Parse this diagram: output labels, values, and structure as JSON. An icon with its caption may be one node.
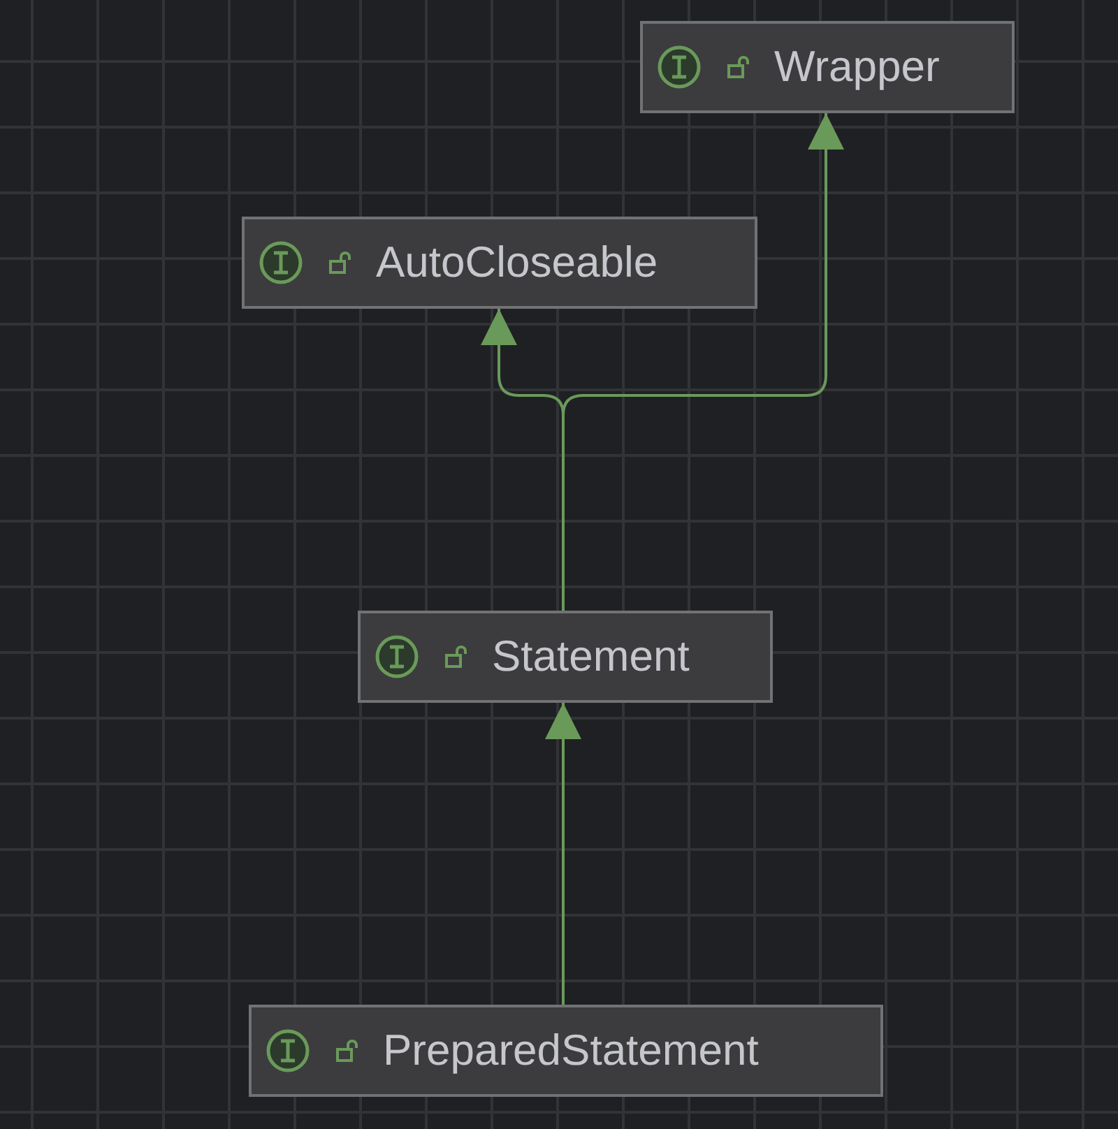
{
  "diagram": {
    "nodes": [
      {
        "text": [
          "Wrapper"
        ]
      },
      {
        "text": [
          "AutoCloseable"
        ]
      },
      {
        "text": [
          "Statement"
        ]
      },
      {
        "text": [
          "PreparedStatement"
        ]
      }
    ],
    "edges": [
      {
        "from": 2,
        "to": 1,
        "arrow": "to"
      },
      {
        "from": 2,
        "to": 0,
        "arrow": "to"
      },
      {
        "from": 3,
        "to": 2,
        "arrow": "to"
      }
    ]
  }
}
